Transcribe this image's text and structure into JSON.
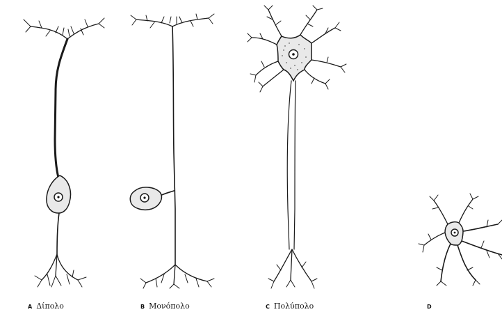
{
  "panels": [
    {
      "letter": "A",
      "label": "Δίπολο"
    },
    {
      "letter": "B",
      "label": "Μονόπολο"
    },
    {
      "letter": "C",
      "label": "Πολύπολο"
    },
    {
      "letter": "D",
      "label": ""
    }
  ]
}
